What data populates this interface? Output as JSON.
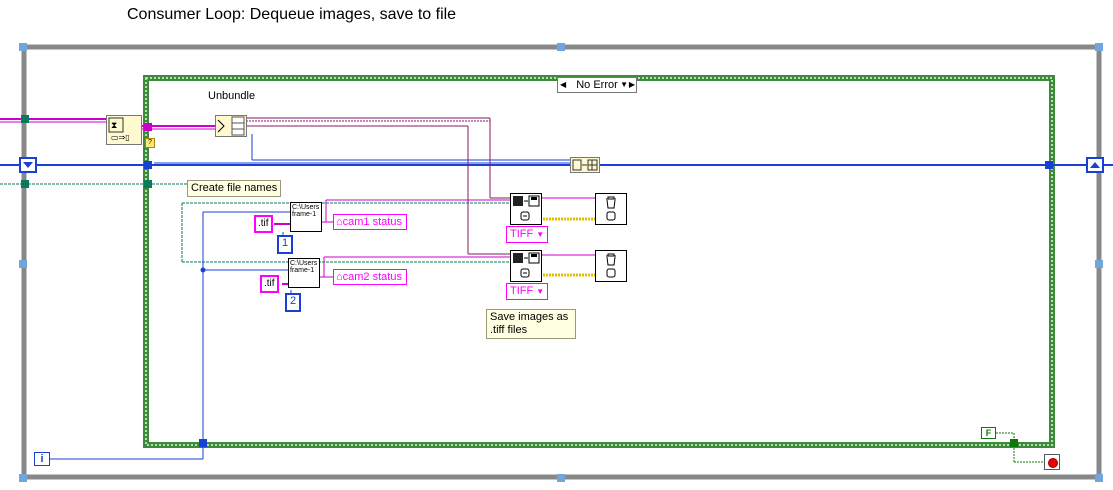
{
  "title": "Consumer Loop: Dequeue images, save to file",
  "case_selector": {
    "value": "No Error"
  },
  "labels": {
    "unbundle": "Unbundle"
  },
  "notes": {
    "create_file_names": "Create file names",
    "save_images_line1": "Save images as",
    "save_images_line2": ".tiff files"
  },
  "constants": {
    "tif_1": ".tif",
    "tif_2": ".tif",
    "num_1": "1",
    "num_2": "2",
    "path_vi_1": "C:\\Users frame-1",
    "path_vi_2": "C:\\Users frame-1"
  },
  "indicators": {
    "cam1": "cam1 status",
    "cam2": "cam2 status"
  },
  "format_enums": {
    "f1": "TIFF",
    "f2": "TIFF"
  },
  "loop": {
    "iteration": "i",
    "stop_const": "F"
  },
  "colors": {
    "wire_blue": "#1a3fd4",
    "wire_pink": "#cc00cc",
    "wire_green": "#0a7a5a",
    "wire_dark_pink": "#8a1a6a",
    "case_green": "#3d8a3d",
    "loop_gray": "#888888"
  }
}
